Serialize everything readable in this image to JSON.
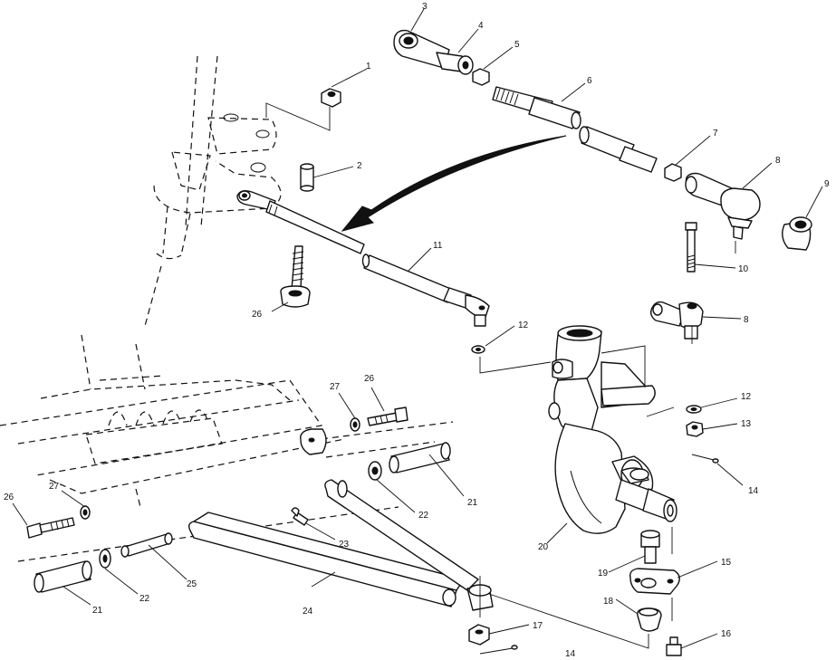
{
  "callouts": {
    "c1": "1",
    "c2": "2",
    "c3": "3",
    "c4": "4",
    "c5": "5",
    "c6": "6",
    "c7": "7",
    "c8a": "8",
    "c8b": "8",
    "c9": "9",
    "c10": "10",
    "c11": "11",
    "c12a": "12",
    "c12b": "12",
    "c13": "13",
    "c14a": "14",
    "c14b": "14",
    "c15": "15",
    "c16": "16",
    "c17": "17",
    "c18": "18",
    "c19": "19",
    "c20": "20",
    "c21a": "21",
    "c21b": "21",
    "c22a": "22",
    "c22b": "22",
    "c23": "23",
    "c24": "24",
    "c25": "25",
    "c26a": "26",
    "c26b": "26",
    "c26c": "26",
    "c27a": "27",
    "c27b": "27"
  }
}
